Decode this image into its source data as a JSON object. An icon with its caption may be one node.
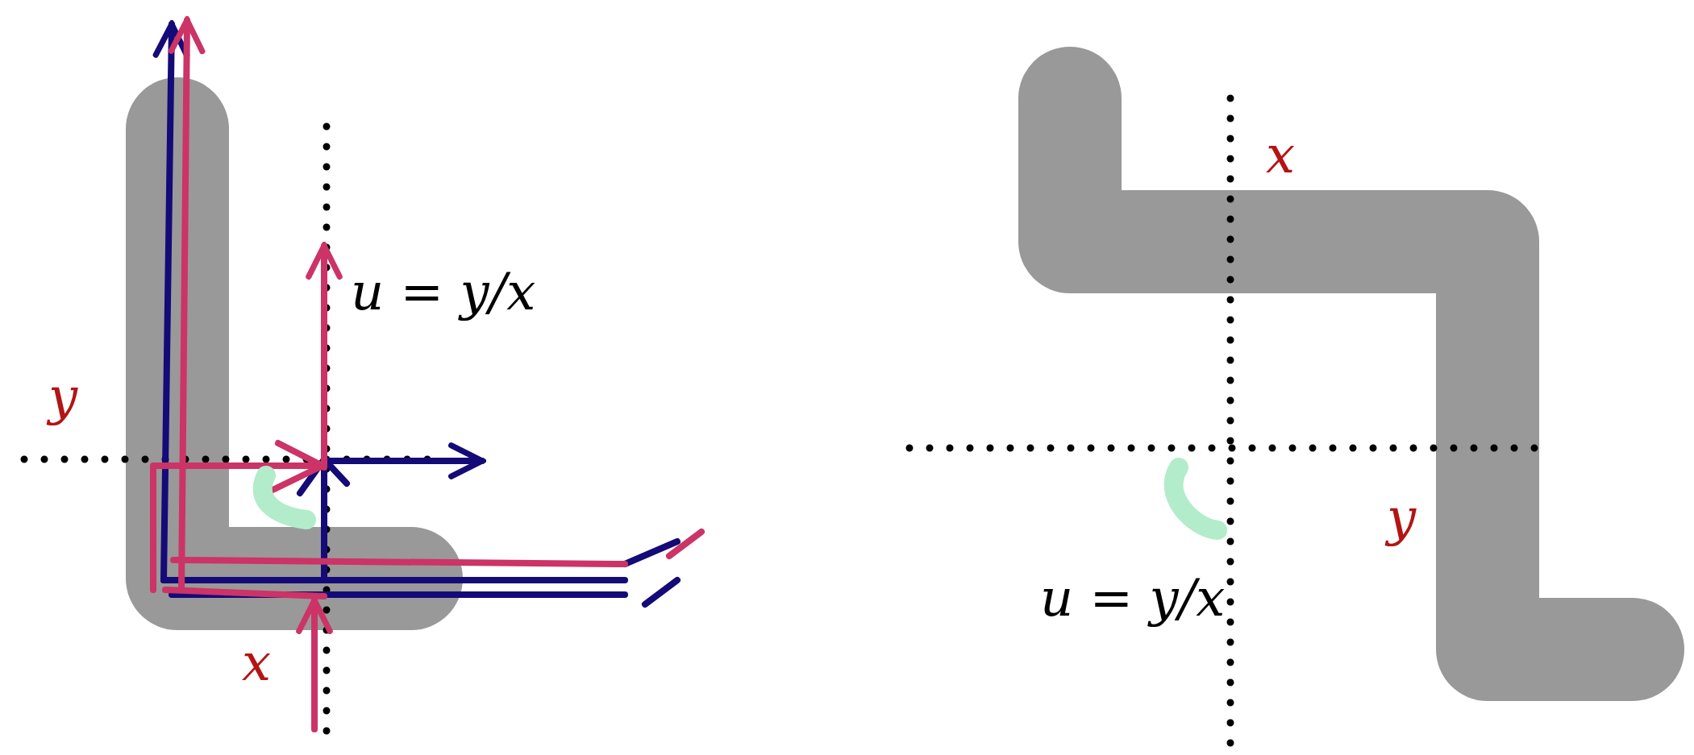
{
  "diagram": {
    "labels": [
      "y",
      "u = y/x",
      "x",
      "x",
      "u = y/x",
      "y"
    ]
  }
}
